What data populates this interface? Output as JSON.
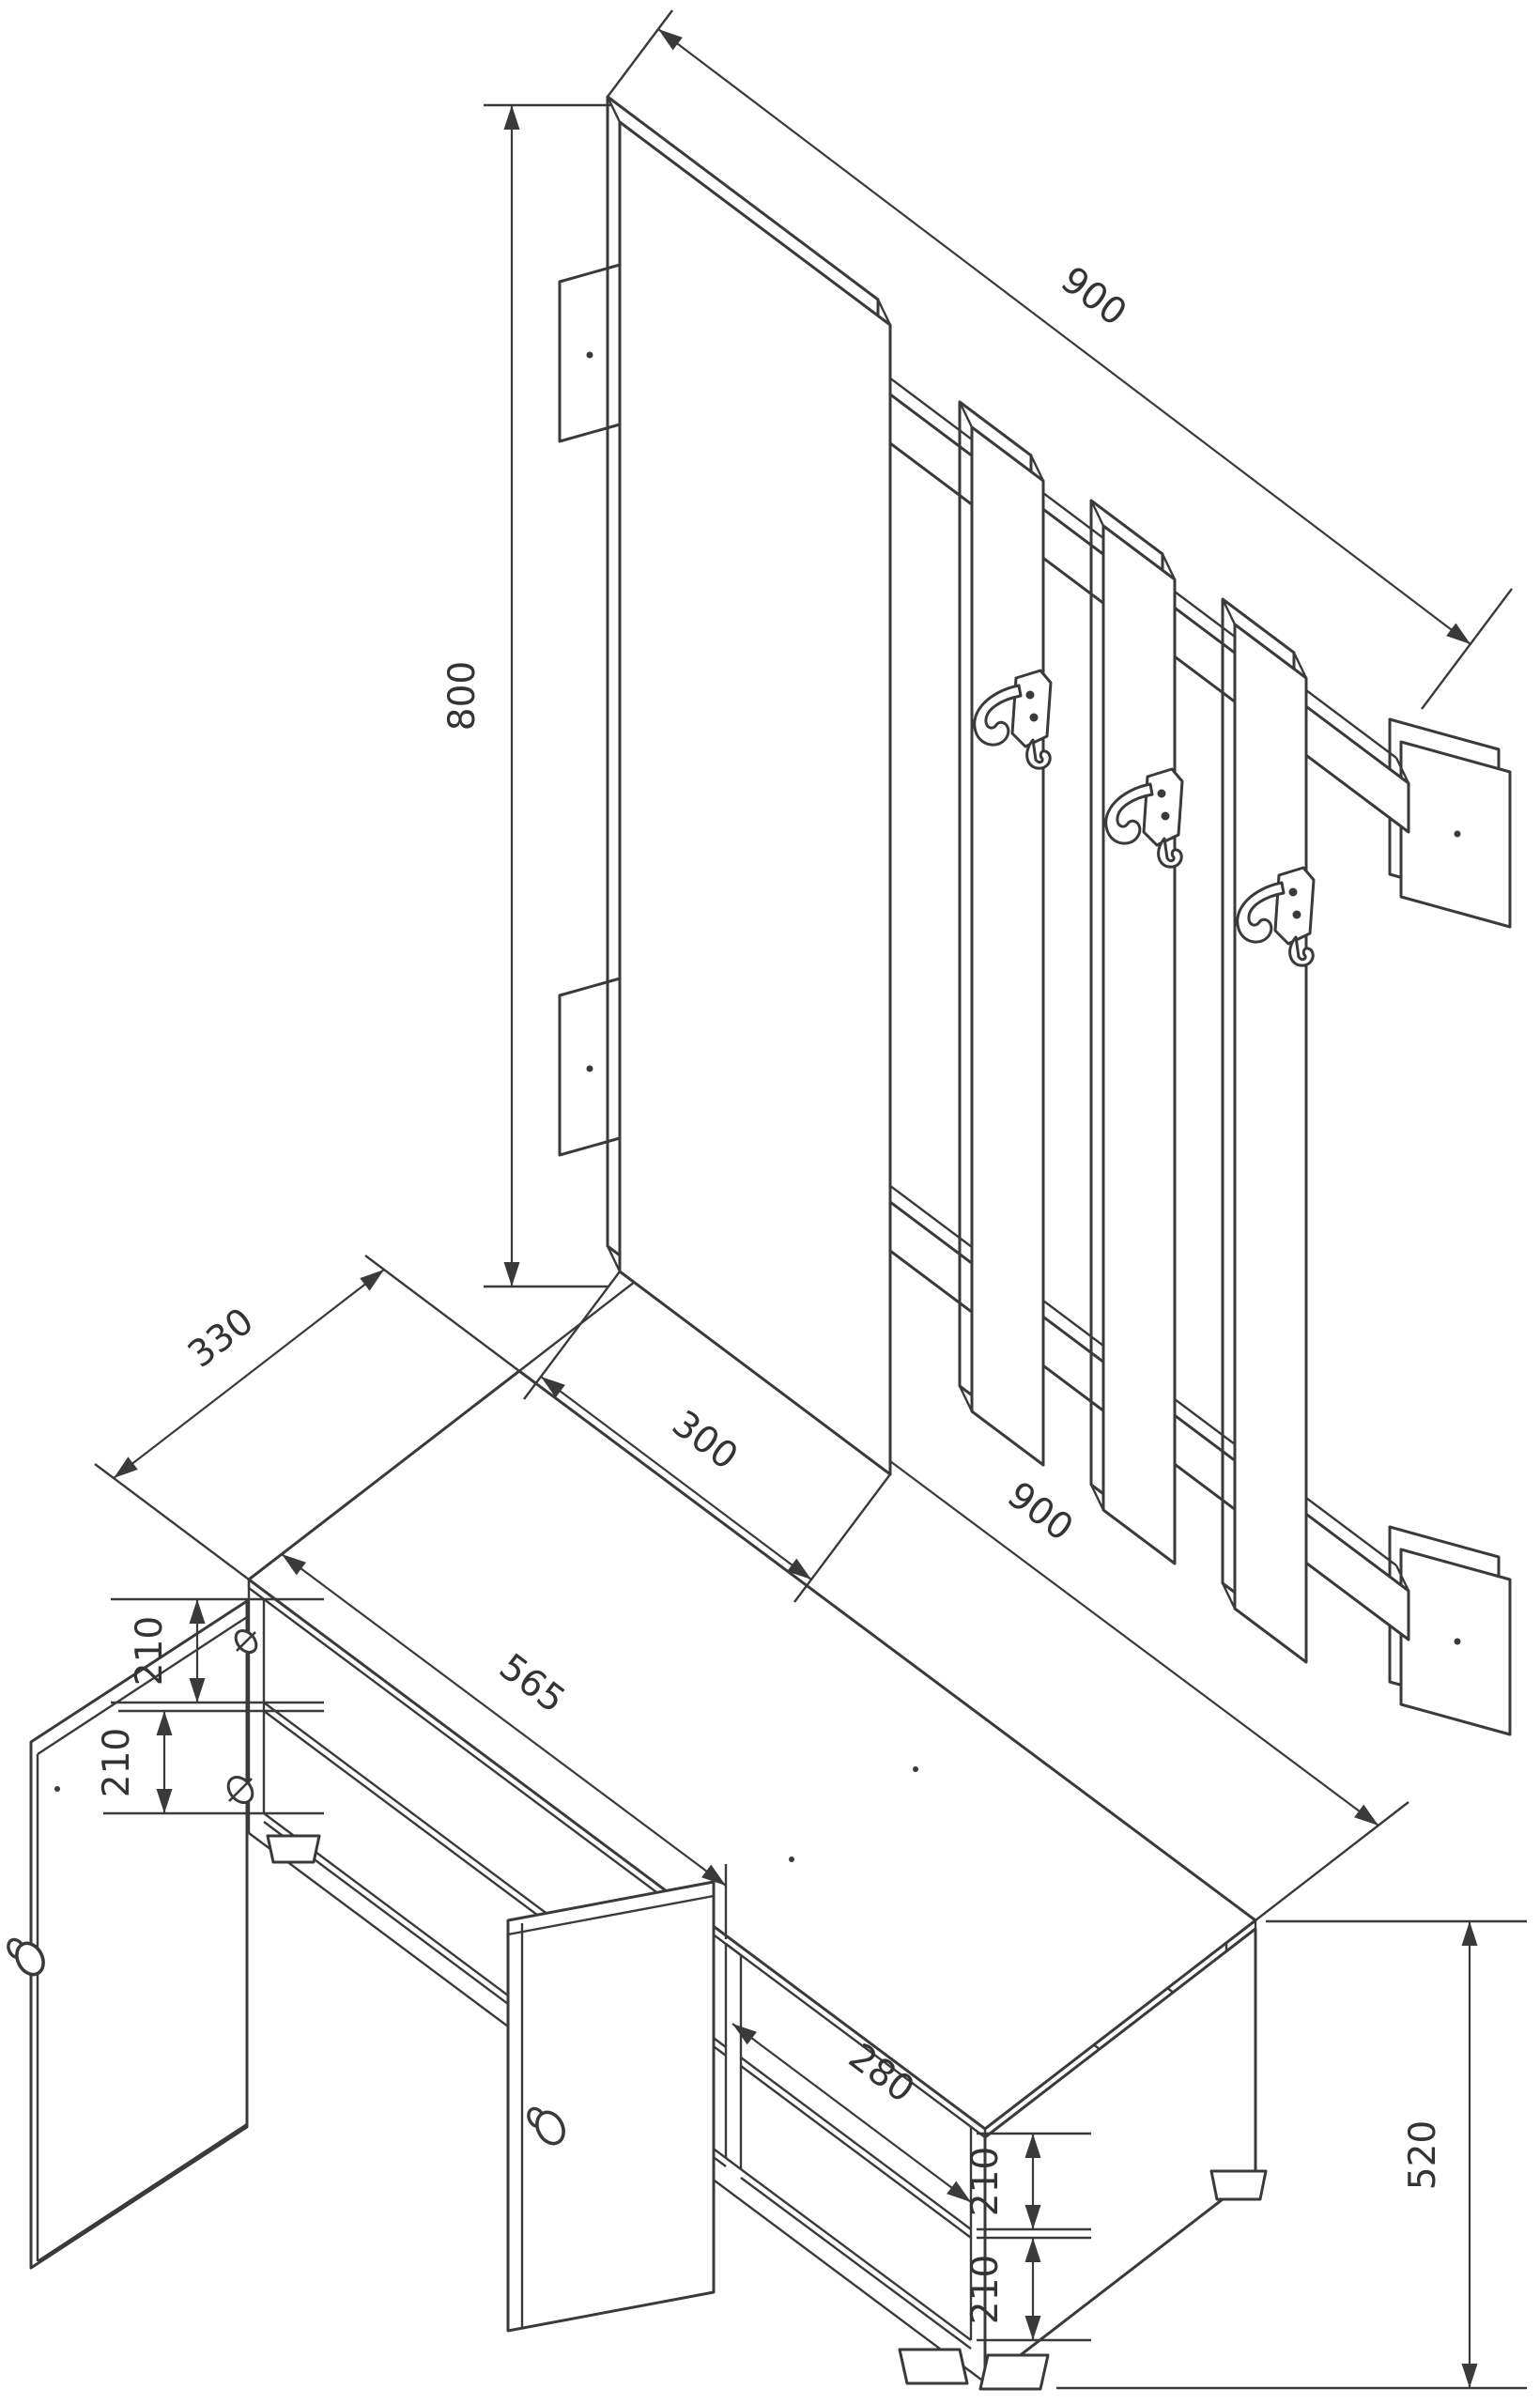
{
  "drawing": {
    "background_color": "#ffffff",
    "line_color": "#3a3a3a",
    "top_view": {
      "name": "wall-coat-rack-with-mirror",
      "width_mm": "900",
      "height_mm": "800",
      "panel_width_mm": "300"
    },
    "bottom_view": {
      "name": "shoe-cabinet-bench",
      "depth_mm": "330",
      "width_mm": "900",
      "inner_width_mm": "565",
      "left_upper_compartment_mm": "210",
      "left_lower_compartment_mm": "210",
      "right_inner_width_mm": "280",
      "right_upper_compartment_mm": "210",
      "right_lower_compartment_mm": "210",
      "height_mm": "520"
    },
    "icons": {
      "coat_hook": "double-coat-hook-icon",
      "door_knob": "round-knob-icon",
      "cam_hole": "drill-hole-icon",
      "wall_plate": "wall-mount-plate-icon"
    }
  }
}
